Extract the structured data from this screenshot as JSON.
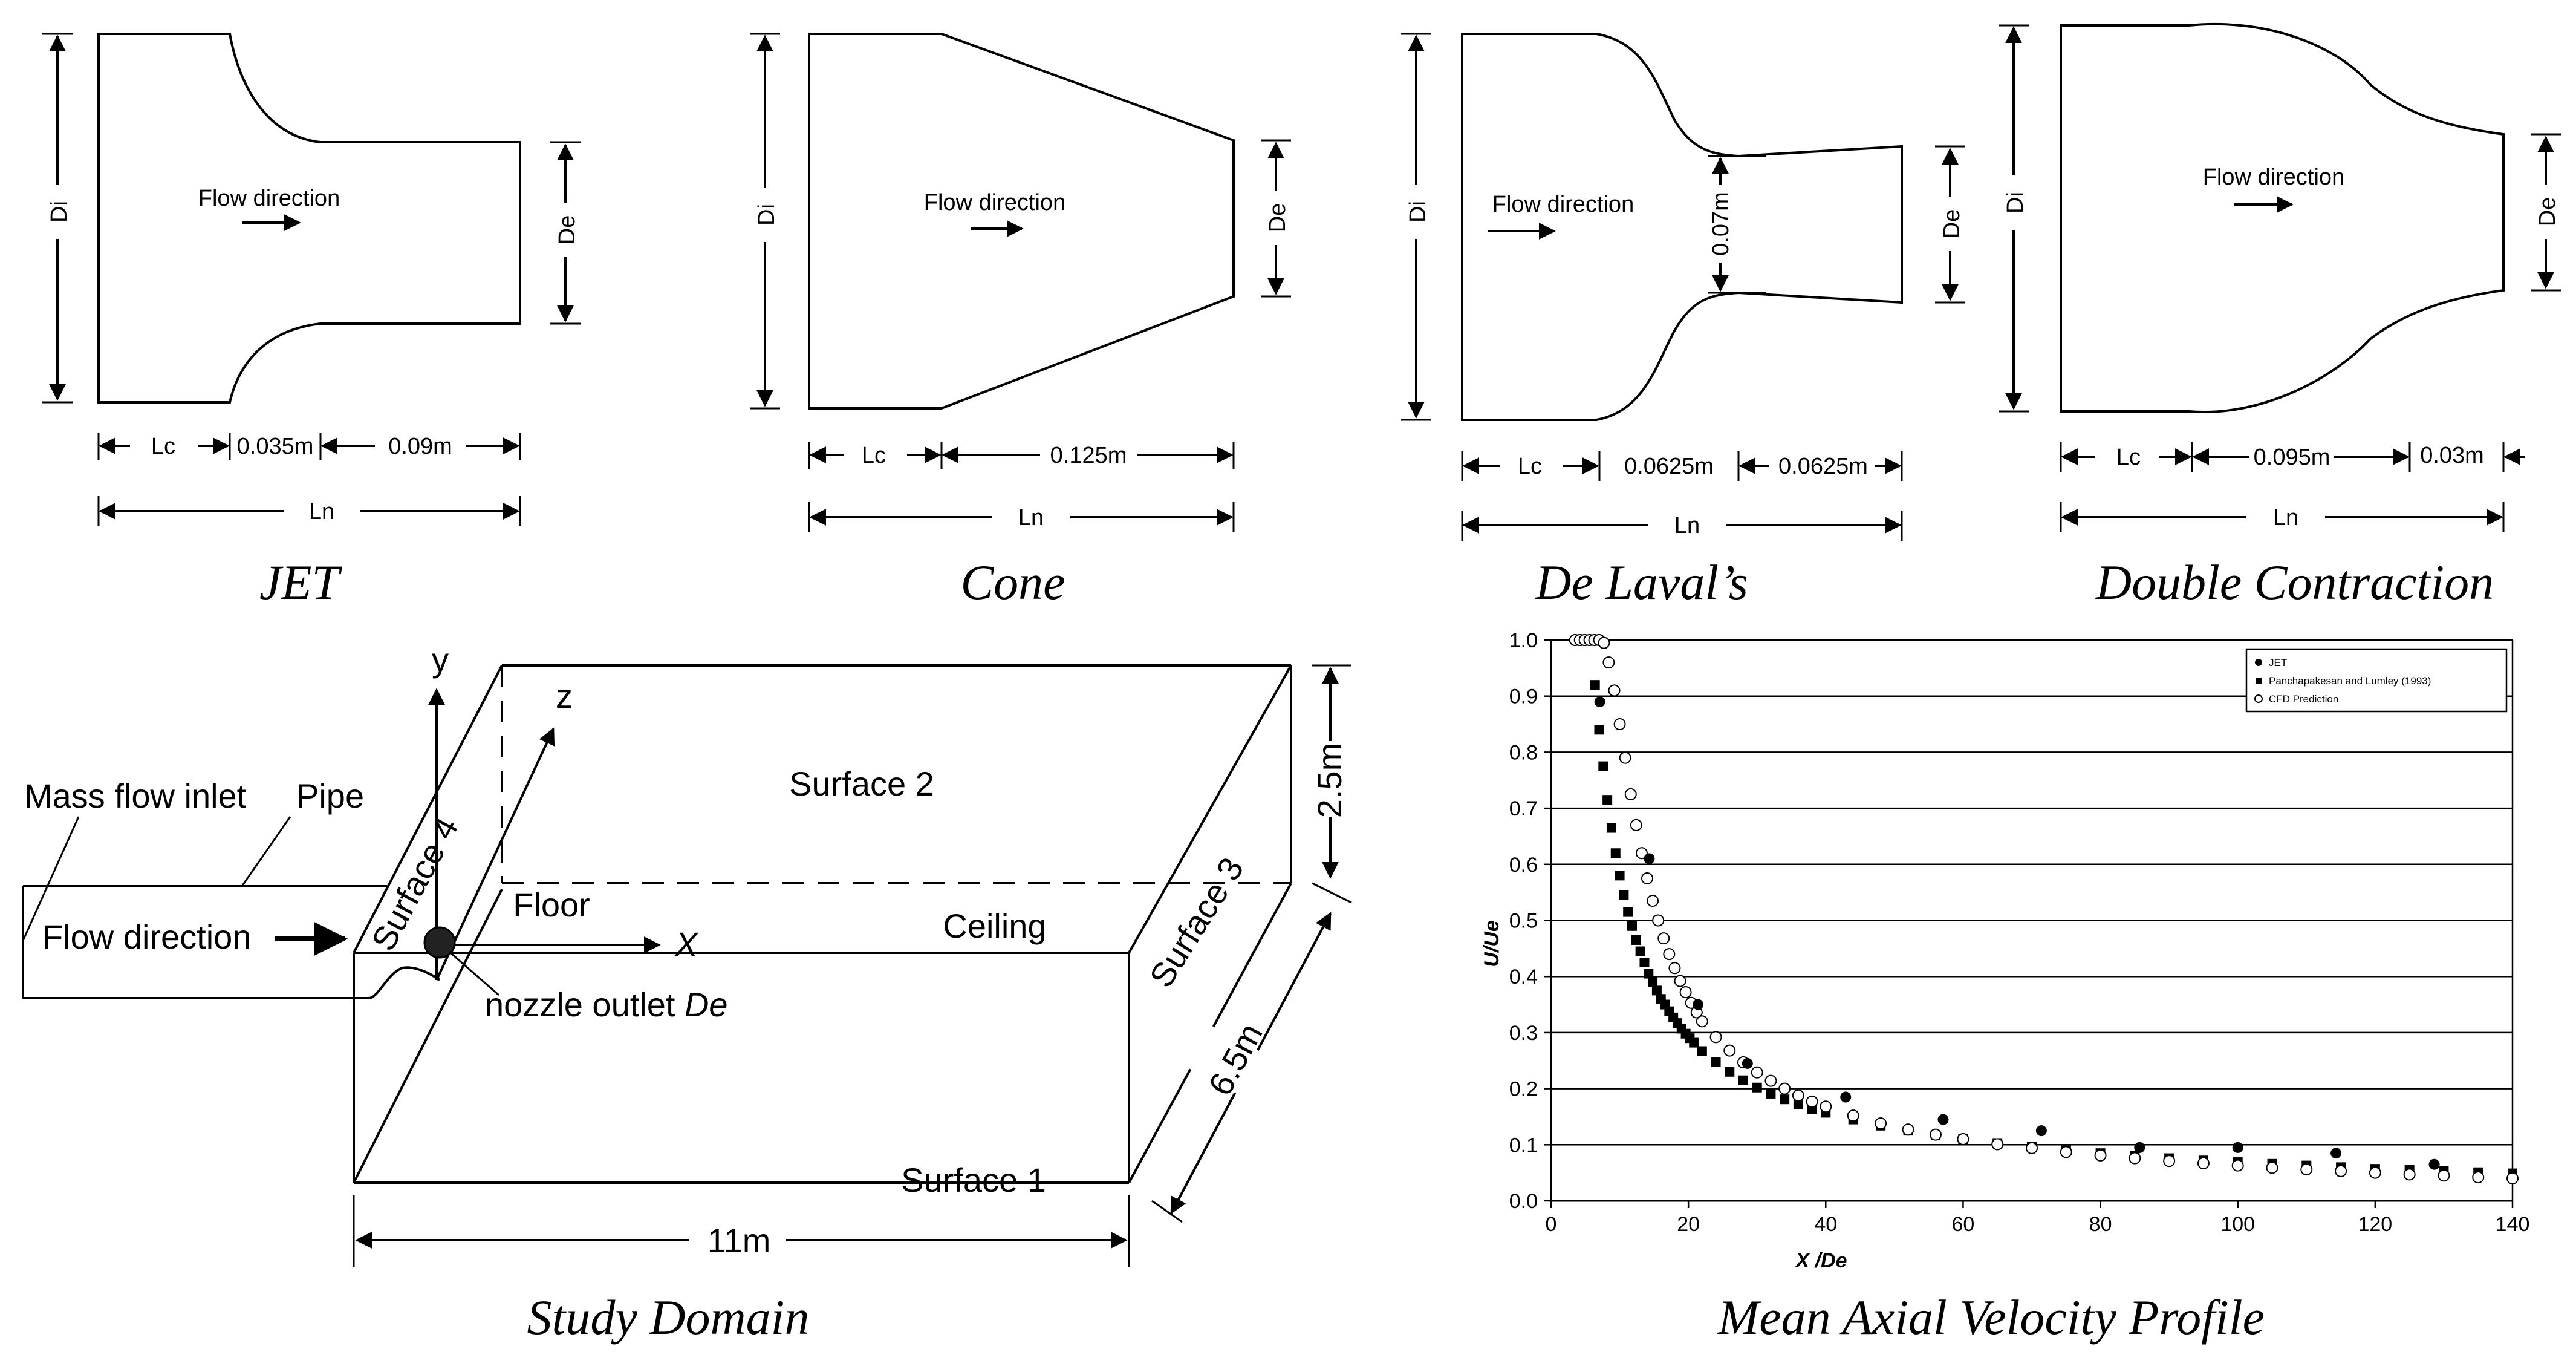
{
  "nozzles": {
    "jet": {
      "caption": "JET",
      "flow": "Flow direction",
      "di": "Di",
      "de": "De",
      "lc": "Lc",
      "seg1": "0.035m",
      "seg2": "0.09m",
      "ln": "Ln"
    },
    "cone": {
      "caption": "Cone",
      "flow": "Flow direction",
      "di": "Di",
      "de": "De",
      "lc": "Lc",
      "seg1": "0.125m",
      "ln": "Ln"
    },
    "delaval": {
      "caption": "De Laval’s",
      "flow": "Flow direction",
      "di": "Di",
      "de": "De",
      "throat": "0.07m",
      "lc": "Lc",
      "seg1": "0.0625m",
      "seg2": "0.0625m",
      "ln": "Ln"
    },
    "double": {
      "caption": "Double Contraction",
      "flow": "Flow direction",
      "di": "Di",
      "de": "De",
      "lc": "Lc",
      "seg1": "0.095m",
      "seg2": "0.03m",
      "ln": "Ln"
    }
  },
  "domain": {
    "caption": "Study Domain",
    "y": "y",
    "z": "z",
    "x": "X",
    "mass_flow_inlet": "Mass flow inlet",
    "pipe": "Pipe",
    "flow": "Flow direction",
    "surface1": "Surface 1",
    "surface2": "Surface 2",
    "surface3": "Surface 3",
    "surface4": "Surface 4",
    "floor": "Floor",
    "ceiling": "Ceiling",
    "nozzle_outlet": "nozzle outlet ",
    "nozzle_outlet_var": "De",
    "height": "2.5m",
    "depth": "6.5m",
    "length": "11m"
  },
  "chart_data": {
    "type": "scatter",
    "title": "",
    "caption": "Mean Axial Velocity Profile",
    "xlabel": "X /De",
    "ylabel": "U/Ue",
    "xlim": [
      0,
      140
    ],
    "ylim": [
      0,
      1.0
    ],
    "xticks": [
      "0",
      "20",
      "40",
      "60",
      "80",
      "100",
      "120",
      "140"
    ],
    "yticks": [
      "0.0",
      "0.1",
      "0.2",
      "0.3",
      "0.4",
      "0.5",
      "0.6",
      "0.7",
      "0.8",
      "0.9",
      "1.0"
    ],
    "grid": "horizontal",
    "legend_position": "top-right",
    "series": [
      {
        "name": "JET",
        "marker": "filled-circle",
        "x": [
          7.1,
          14.3,
          21.4,
          28.6,
          42.9,
          57.1,
          71.4,
          85.7,
          100,
          114.3,
          128.6
        ],
        "y": [
          0.89,
          0.61,
          0.35,
          0.245,
          0.185,
          0.145,
          0.125,
          0.095,
          0.095,
          0.085,
          0.065
        ]
      },
      {
        "name": "Panchapakesan and Lumley (1993)",
        "marker": "filled-square",
        "x": [
          6.4,
          7.0,
          7.6,
          8.2,
          8.8,
          9.4,
          10.0,
          10.6,
          11.2,
          11.8,
          12.4,
          13.0,
          13.6,
          14.2,
          14.8,
          15.4,
          16.0,
          16.6,
          17.2,
          17.8,
          18.4,
          19.0,
          19.6,
          20.2,
          20.8,
          22,
          24,
          26,
          28,
          30,
          32,
          34,
          36,
          38,
          40,
          44,
          48,
          52,
          56,
          60,
          65,
          70,
          75,
          80,
          85,
          90,
          95,
          100,
          105,
          110,
          115,
          120,
          125,
          130,
          135,
          140
        ],
        "y": [
          0.92,
          0.84,
          0.775,
          0.715,
          0.665,
          0.62,
          0.58,
          0.545,
          0.515,
          0.49,
          0.465,
          0.445,
          0.425,
          0.405,
          0.39,
          0.375,
          0.36,
          0.35,
          0.338,
          0.327,
          0.317,
          0.307,
          0.298,
          0.29,
          0.282,
          0.267,
          0.247,
          0.23,
          0.215,
          0.202,
          0.191,
          0.181,
          0.172,
          0.164,
          0.157,
          0.145,
          0.134,
          0.125,
          0.117,
          0.11,
          0.103,
          0.096,
          0.09,
          0.085,
          0.08,
          0.076,
          0.072,
          0.069,
          0.066,
          0.063,
          0.06,
          0.057,
          0.055,
          0.053,
          0.051,
          0.049
        ]
      },
      {
        "name": "CFD Prediction",
        "marker": "open-circle",
        "x": [
          3.5,
          4.2,
          4.9,
          5.6,
          6.3,
          7.0,
          7.7,
          8.4,
          9.2,
          10.0,
          10.8,
          11.6,
          12.4,
          13.2,
          14.0,
          14.8,
          15.6,
          16.4,
          17.2,
          18.0,
          18.8,
          19.6,
          20.4,
          21.2,
          22,
          24,
          26,
          28,
          30,
          32,
          34,
          36,
          38,
          40,
          44,
          48,
          52,
          56,
          60,
          65,
          70,
          75,
          80,
          85,
          90,
          95,
          100,
          105,
          110,
          115,
          120,
          125,
          130,
          135,
          140
        ],
        "y": [
          1.0,
          1.0,
          1.0,
          1.0,
          1.0,
          1.0,
          0.995,
          0.96,
          0.91,
          0.85,
          0.79,
          0.725,
          0.67,
          0.62,
          0.575,
          0.535,
          0.5,
          0.468,
          0.44,
          0.415,
          0.392,
          0.372,
          0.353,
          0.336,
          0.32,
          0.292,
          0.268,
          0.247,
          0.229,
          0.214,
          0.2,
          0.188,
          0.177,
          0.168,
          0.152,
          0.138,
          0.127,
          0.118,
          0.11,
          0.101,
          0.094,
          0.087,
          0.081,
          0.076,
          0.071,
          0.067,
          0.063,
          0.059,
          0.056,
          0.053,
          0.05,
          0.047,
          0.045,
          0.042,
          0.04
        ]
      }
    ]
  }
}
